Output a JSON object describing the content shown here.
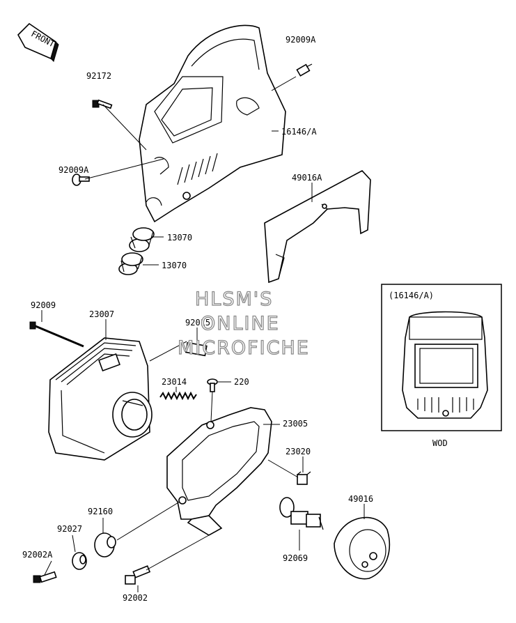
{
  "front_label": "FRONT",
  "parts": {
    "p92009A_top": "92009A",
    "p92172": "92172",
    "p16146A": "16146/A",
    "p92009A_left": "92009A",
    "p49016A": "49016A",
    "p13070_a": "13070",
    "p13070_b": "13070",
    "p92009": "92009",
    "p23007": "23007",
    "p92015": "92015",
    "p23014": "23014",
    "p220": "220",
    "p23005": "23005",
    "p23020": "23020",
    "p92160": "92160",
    "p92027": "92027",
    "p92002A": "92002A",
    "p92002": "92002",
    "p92069": "92069",
    "p49016": "49016"
  },
  "watermark": {
    "line1": "HLSM'S",
    "line2": "ONLINE",
    "line3": "MICROFICHE"
  },
  "inset": {
    "title": "(16146/A)",
    "caption": "WOD"
  }
}
